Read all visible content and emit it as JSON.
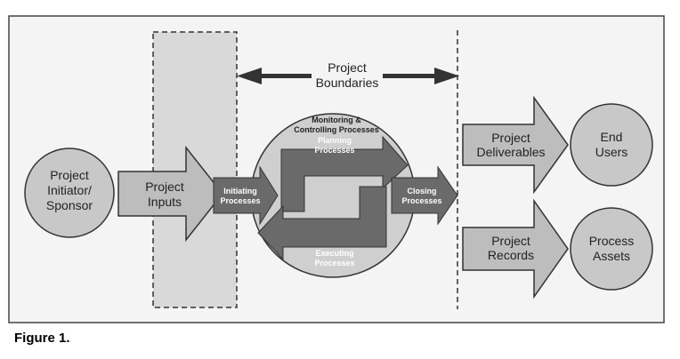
{
  "labels": {
    "boundaries_line1": "Project",
    "boundaries_line2": "Boundaries",
    "initiator_line1": "Project",
    "initiator_line2": "Initiator/",
    "initiator_line3": "Sponsor",
    "inputs_line1": "Project",
    "inputs_line2": "Inputs",
    "initiating_line1": "Initiating",
    "initiating_line2": "Processes",
    "monitoring_line1": "Monitoring &",
    "monitoring_line2": "Controlling Processes",
    "planning_line1": "Planning",
    "planning_line2": "Processes",
    "executing_line1": "Executing",
    "executing_line2": "Processes",
    "closing_line1": "Closing",
    "closing_line2": "Processes",
    "deliverables_line1": "Project",
    "deliverables_line2": "Deliverables",
    "endusers_line1": "End",
    "endusers_line2": "Users",
    "records_line1": "Project",
    "records_line2": "Records",
    "assets_line1": "Process",
    "assets_line2": "Assets"
  },
  "caption": "Figure 1.",
  "colors": {
    "frame_bg": "#f4f4f4",
    "shape_fill": "#c8c8c8",
    "arrow_fill": "#bdbdbd",
    "dark_arrow": "#6a6a6a",
    "band_fill": "#d9d9d9",
    "stroke": "#333333"
  }
}
